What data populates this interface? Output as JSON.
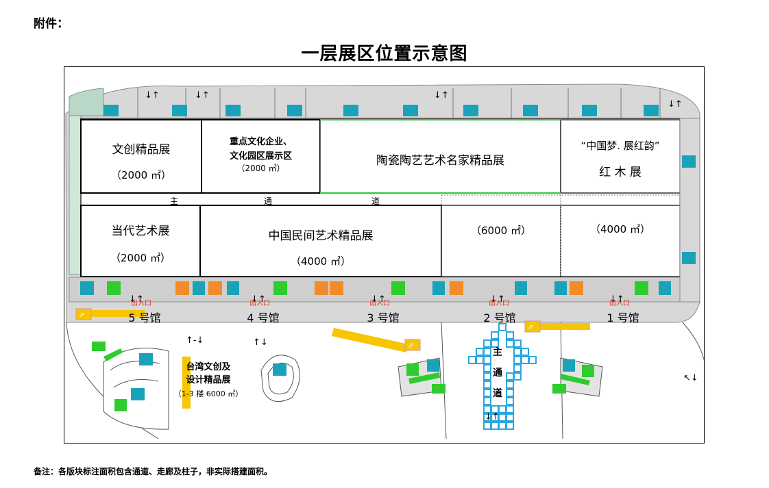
{
  "attachment_label": "附件：",
  "title": "一层展区位置示意图",
  "footnote": "备注：各版块标注面积包含通道、走廊及柱子，非实际搭建面积。",
  "zones": {
    "wenchuang": {
      "name": "文创精品展",
      "area": "（2000 ㎡）"
    },
    "zhongdian": {
      "name_line1": "重点文化企业、",
      "name_line2": "文化园区展示区",
      "area": "（2000 ㎡）"
    },
    "taoci": {
      "name": "陶瓷陶艺艺术名家精品展"
    },
    "zhongguomeng": {
      "name_line1": "“中国梦. 展红韵”",
      "name_line2": "红 木 展"
    },
    "dangdai": {
      "name": "当代艺术展",
      "area": "（2000 ㎡）"
    },
    "minjian": {
      "name": "中国民间艺术精品展",
      "area": "（4000 ㎡）"
    },
    "area_6000": {
      "area": "（6000 ㎡）"
    },
    "area_4000b": {
      "area": "（4000 ㎡）"
    },
    "taiwan": {
      "name_line1": "台湾文创及",
      "name_line2": "设计精品展",
      "area": "（1-3 楼 6000 ㎡）"
    }
  },
  "main_corridor": [
    "主",
    "通",
    "道"
  ],
  "main_entry": [
    "主",
    "通",
    "道"
  ],
  "halls": [
    "5 号馆",
    "4 号馆",
    "3 号馆",
    "2 号馆",
    "1 号馆"
  ],
  "entrance_label": "出入口",
  "colors": {
    "wall_gray": "#d8d8d8",
    "teal": "#1aa3b8",
    "orange": "#f28c28",
    "green": "#2ecc2e",
    "yellow": "#f7c600",
    "entry_blue": "#29a8e0",
    "entrance_red": "#e03020"
  }
}
